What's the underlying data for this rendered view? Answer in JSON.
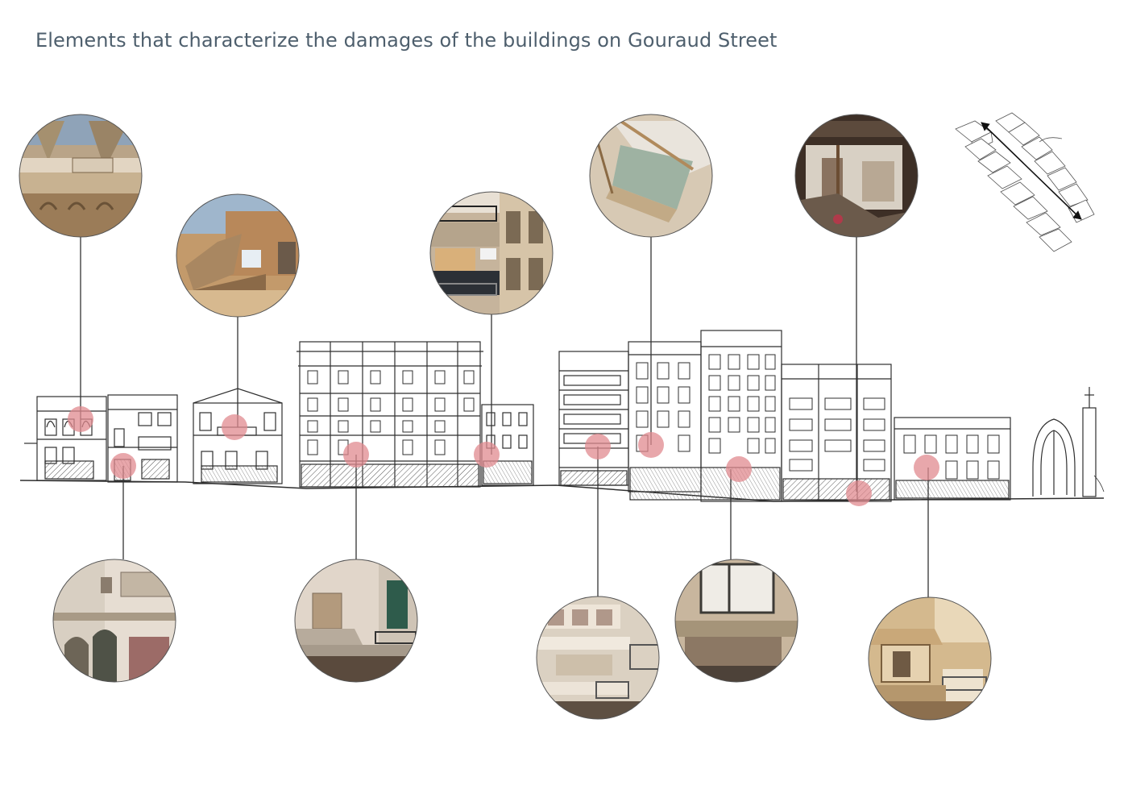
{
  "title": "Elements that characterize the damages of the buildings on Gouraud Street",
  "colors": {
    "title": "#4e5f6d",
    "marker": "#e08a8f",
    "sketch": "#2f2f2f",
    "leader": "#333333"
  },
  "callouts": [
    {
      "id": "1",
      "position": "top",
      "subject": "collapsed-balcony-ceiling"
    },
    {
      "id": "2",
      "position": "bottom",
      "subject": "ground-floor-arches"
    },
    {
      "id": "3",
      "position": "top",
      "subject": "collapsed-stone-balcony"
    },
    {
      "id": "4",
      "position": "bottom",
      "subject": "corner-balcony"
    },
    {
      "id": "5",
      "position": "top",
      "subject": "damaged-modern-balconies"
    },
    {
      "id": "6",
      "position": "bottom",
      "subject": "apartment-balconies"
    },
    {
      "id": "7",
      "position": "top",
      "subject": "collapsed-slab-edge"
    },
    {
      "id": "8",
      "position": "bottom",
      "subject": "broken-windows-facade"
    },
    {
      "id": "9",
      "position": "top",
      "subject": "destroyed-ground-floor-shop"
    },
    {
      "id": "10",
      "position": "bottom",
      "subject": "bay-window-balconies"
    }
  ],
  "key_map": {
    "icon": "street-axonometric-map-icon"
  }
}
